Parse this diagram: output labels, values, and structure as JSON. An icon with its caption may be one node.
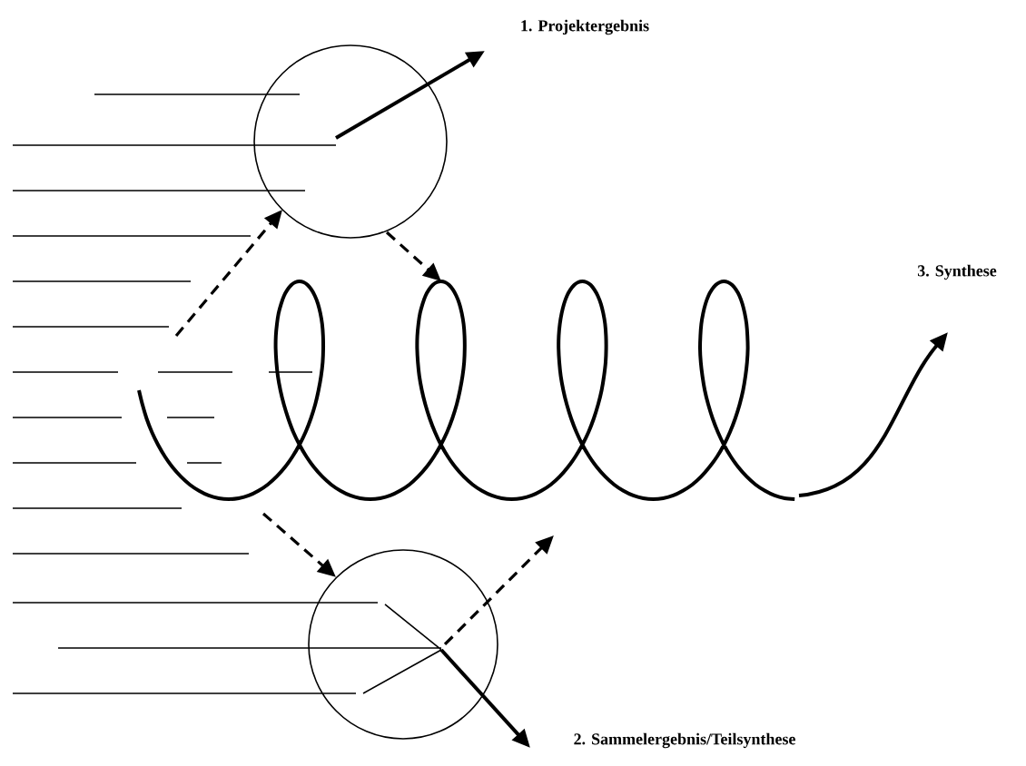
{
  "diagram": {
    "nodes": [
      {
        "text": [],
        "shape": "circle"
      },
      {
        "text": [],
        "shape": "picture"
      },
      {
        "text": [],
        "shape": "circle"
      },
      {
        "text": [
          "1. Projektergebnis"
        ]
      },
      {
        "text": [
          "2. Sammelergebnis/Teilsynthese"
        ]
      },
      {
        "text": [
          "3. Synthese"
        ]
      }
    ],
    "edges": [
      {
        "from": 0,
        "to": 3,
        "arrow": "to"
      },
      {
        "from": 1,
        "to": 0,
        "arrow": "to",
        "style": "dashed"
      },
      {
        "from": 0,
        "to": 1,
        "arrow": "to",
        "style": "dashed"
      },
      {
        "from": 1,
        "to": 2,
        "arrow": "to",
        "style": "dashed"
      },
      {
        "from": 2,
        "to": 1,
        "arrow": "to",
        "style": "dashed"
      },
      {
        "from": 2,
        "to": 4,
        "arrow": "to"
      },
      {
        "from": 1,
        "to": 5,
        "arrow": "to"
      }
    ]
  }
}
